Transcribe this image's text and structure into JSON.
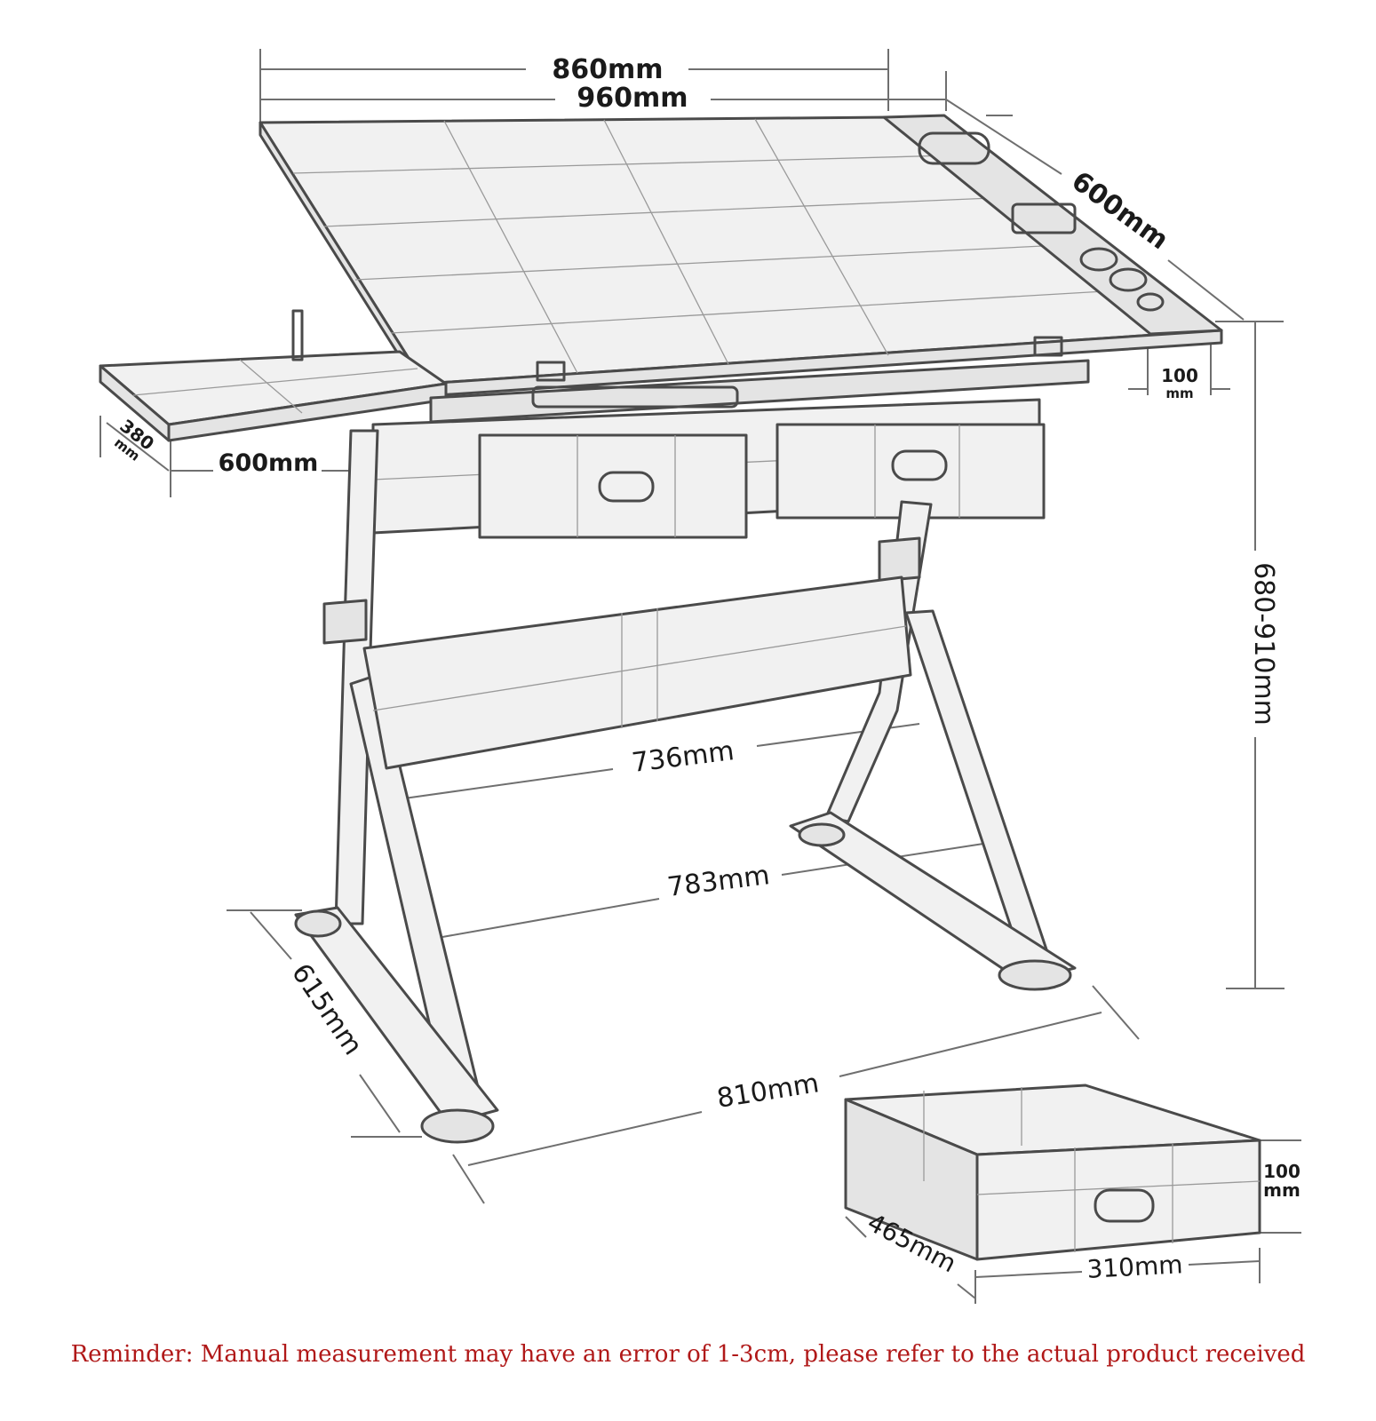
{
  "dimensions": {
    "top_width_inner": "860mm",
    "top_width_outer": "960mm",
    "top_depth": "600mm",
    "tray_depth": "100",
    "tray_unit": "mm",
    "side_shelf_depth": "380",
    "side_shelf_unit": "mm",
    "side_shelf_width": "600mm",
    "height_range": "680-910mm",
    "crossbar_width": "736mm",
    "inner_base_width": "783mm",
    "outer_base_width": "810mm",
    "base_depth": "615mm",
    "drawer_height": "100",
    "drawer_height_unit": "mm",
    "drawer_depth": "465mm",
    "drawer_width": "310mm"
  },
  "reminder": "Reminder: Manual measurement may have an error of 1-3cm, please refer to the actual product received",
  "colors": {
    "reminder_text": "#b01818",
    "line": "#4a4a4a"
  }
}
